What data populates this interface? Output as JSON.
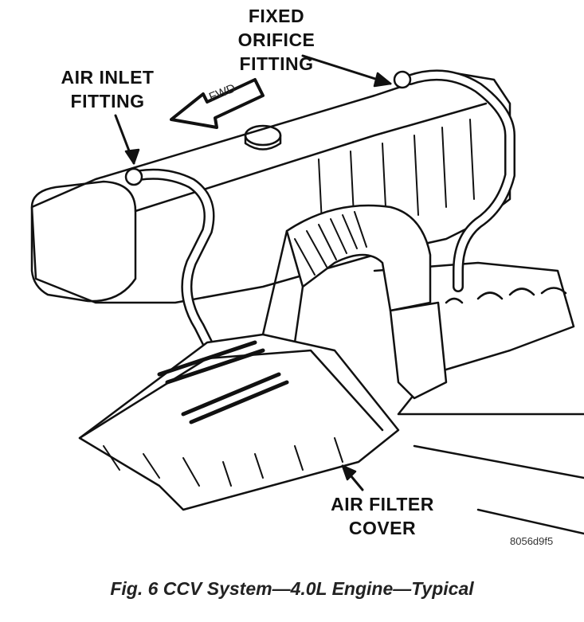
{
  "labels": {
    "fixed_orifice": [
      "FIXED",
      "ORIFICE",
      "FITTING"
    ],
    "air_inlet": [
      "AIR INLET",
      "FITTING"
    ],
    "air_filter": [
      "AIR FILTER",
      "COVER"
    ],
    "fwd": "FWD"
  },
  "figure_code": "8056d9f5",
  "caption": "Fig. 6 CCV System—4.0L Engine—Typical"
}
